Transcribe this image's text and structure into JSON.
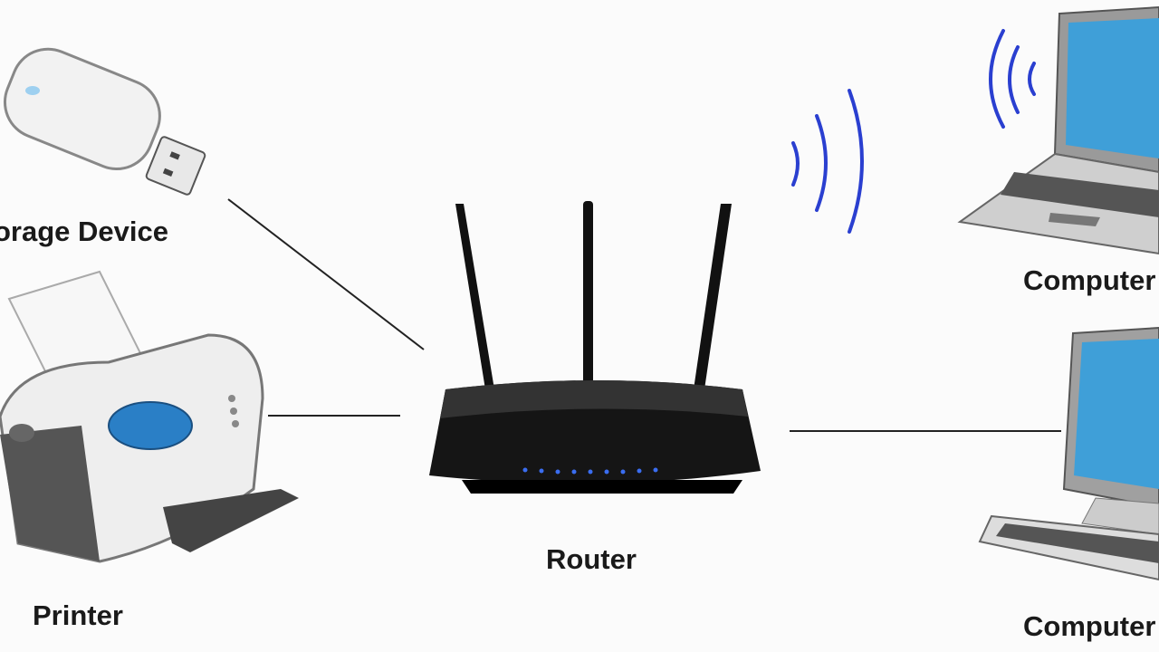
{
  "labels": {
    "storage": "Storage Device",
    "printer": "Printer",
    "router": "Router",
    "computer_laptop": "Computer",
    "computer_desktop": "Computer"
  },
  "colors": {
    "line": "#222222",
    "wifi": "#2a3fd0",
    "screen": "#3f9fd8",
    "router_body": "#151515",
    "led": "#3a6df0"
  }
}
